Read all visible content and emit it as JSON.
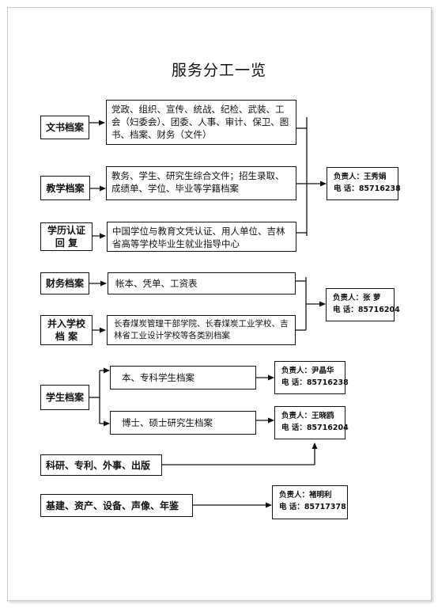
{
  "title": "服务分工一览",
  "groups": [
    {
      "rows": [
        {
          "category": "文书档案",
          "description": "党政、组织、宣传、统战、纪检、武装、工会（妇委会）、团委、人事、审计、保卫、图书、档案、财务（文件）"
        },
        {
          "category": "教学档案",
          "description": "教务、学生、研究生综合文件；招生录取、成绩单、学位、毕业等学籍档案"
        },
        {
          "category": "学历认证 回 复",
          "description": "中国学位与教育文凭认证、用人单位、吉林省高等学校毕业生就业指导中心"
        }
      ],
      "contact": {
        "person_label": "负责人：",
        "person": "王秀娟",
        "phone_label": "电  话：",
        "phone": "85716238"
      }
    },
    {
      "rows": [
        {
          "category": "财务档案",
          "description": "帐本、凭单、工资表"
        },
        {
          "category": "并入学校 档  案",
          "description": "长春煤炭管理干部学院、长春煤炭工业学校、吉林省工业设计学校等各类别档案"
        }
      ],
      "contact": {
        "person_label": "负责人：",
        "person": "张  萝",
        "phone_label": "电  话：",
        "phone": "85716204"
      }
    },
    {
      "category": "学生档案",
      "branches": [
        {
          "description": "本、专科学生档案",
          "contact": {
            "person_label": "负责人：",
            "person": "尹晶华",
            "phone_label": "电  话：",
            "phone": "85716238"
          }
        },
        {
          "description": "博士、硕士研究生档案",
          "contact": {
            "person_label": "负责人：",
            "person": "王晓鸥",
            "phone_label": "电  话：",
            "phone": "85716204"
          }
        }
      ]
    },
    {
      "category": "科研、专利、外事、出版"
    },
    {
      "category": "基建、资产、设备、声像、年鉴",
      "contact": {
        "person_label": "负责人：",
        "person": "褚明利",
        "phone_label": "电  话：",
        "phone": "85717378"
      }
    }
  ]
}
